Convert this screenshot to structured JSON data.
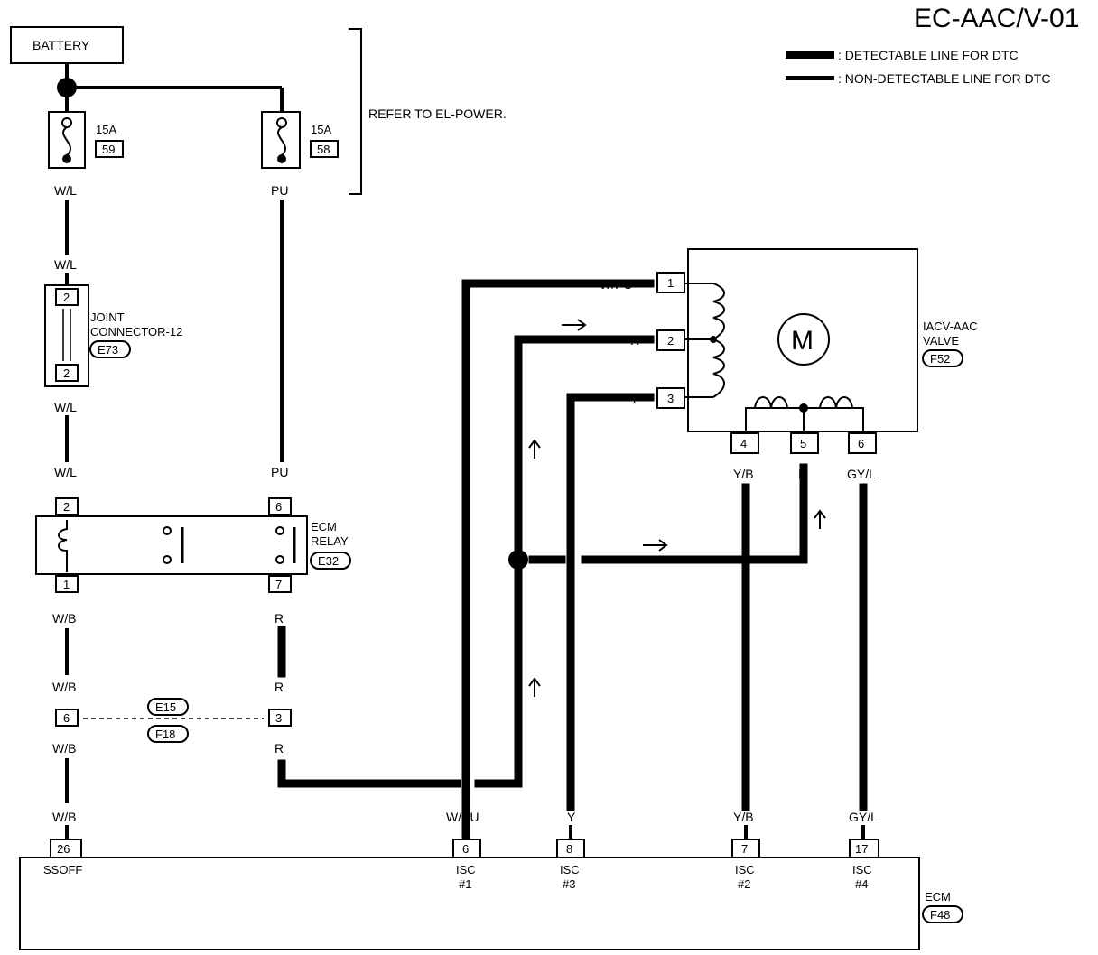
{
  "title": "EC-AAC/V-01",
  "legend": {
    "detectable": ": DETECTABLE LINE FOR DTC",
    "non_detectable": ": NON-DETECTABLE LINE FOR DTC"
  },
  "battery": "BATTERY",
  "refer": "REFER TO EL-POWER.",
  "fuse59": {
    "rating": "15A",
    "number": "59"
  },
  "fuse58": {
    "rating": "15A",
    "number": "58"
  },
  "wires": {
    "wl": "W/L",
    "pu": "PU",
    "wb": "W/B",
    "r": "R",
    "wpu": "W/PU",
    "y": "Y",
    "yb": "Y/B",
    "gyl": "GY/L"
  },
  "joint": {
    "line1": "JOINT",
    "line2": "CONNECTOR-12",
    "id": "E73",
    "pin_top": "2",
    "pin_bottom": "2"
  },
  "ecm_relay": {
    "line1": "ECM",
    "line2": "RELAY",
    "id": "E32",
    "pin2": "2",
    "pin1": "1",
    "pin6": "6",
    "pin7": "7"
  },
  "harness": {
    "id1": "E15",
    "id2": "F18",
    "pin6": "6",
    "pin3": "3"
  },
  "iacv": {
    "line1": "IACV-AAC",
    "line2": "VALVE",
    "id": "F52",
    "motor": "M",
    "pins": [
      "1",
      "2",
      "3",
      "4",
      "5",
      "6"
    ]
  },
  "ecm": {
    "name": "ECM",
    "id": "F48",
    "terminals": [
      {
        "pin": "26",
        "l1": "SSOFF",
        "l2": ""
      },
      {
        "pin": "6",
        "l1": "ISC",
        "l2": "#1"
      },
      {
        "pin": "8",
        "l1": "ISC",
        "l2": "#3"
      },
      {
        "pin": "7",
        "l1": "ISC",
        "l2": "#2"
      },
      {
        "pin": "17",
        "l1": "ISC",
        "l2": "#4"
      }
    ]
  }
}
